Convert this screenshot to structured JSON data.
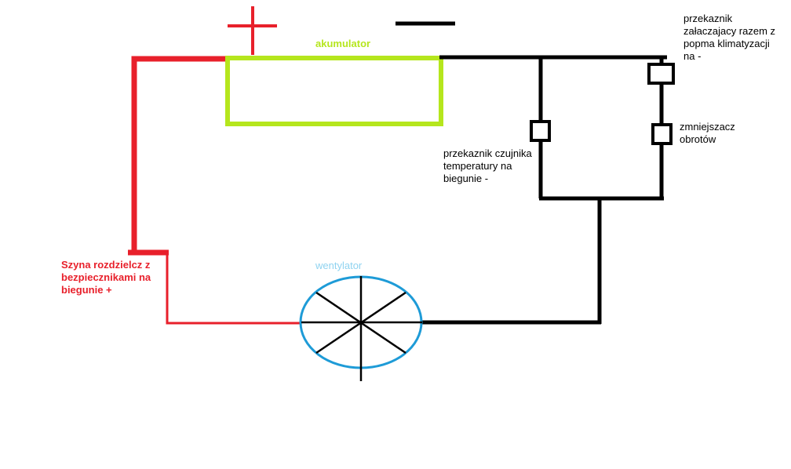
{
  "labels": {
    "battery": "akumulator",
    "relay_ac": "przekaznik\nzałaczajacy razem z\npopma klimatyzacji\nna -",
    "speed_reducer": "zmniejszacz\nobrotów",
    "relay_temp": "przekaznik czujnika\ntemperatury na\nbiegunie -",
    "busbar": "Szyna rozdzielcz z\nbezpiecznikami na\nbiegunie +",
    "fan": "wentylator"
  },
  "colors": {
    "positive": "#e8202b",
    "negative": "#000000",
    "battery": "#b5e61d",
    "fan": "#1e9bd7",
    "text": "#000000"
  },
  "icons": {
    "plus": "plus-sign-icon",
    "minus": "minus-sign-icon",
    "fan": "fan-icon"
  }
}
